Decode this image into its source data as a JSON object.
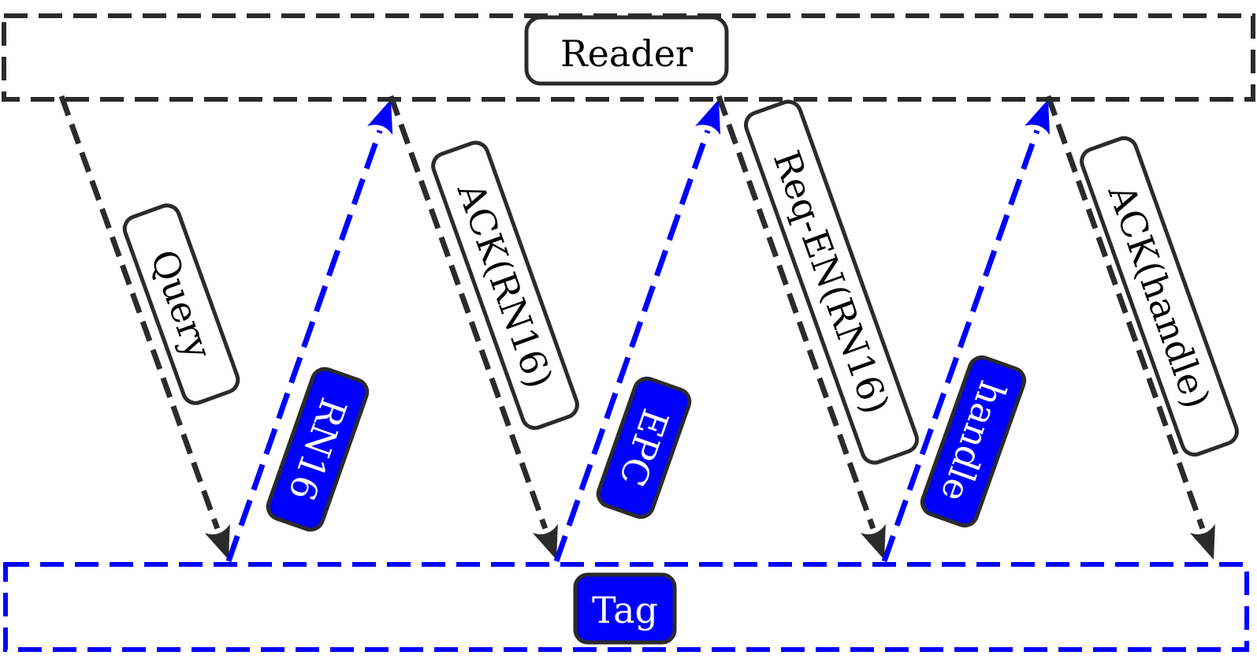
{
  "diagram": {
    "reader": {
      "label": "Reader"
    },
    "tag": {
      "label": "Tag"
    },
    "messages": [
      {
        "label": "Query",
        "direction": "reader-to-tag"
      },
      {
        "label": "RN16",
        "direction": "tag-to-reader"
      },
      {
        "label": "ACK(RN16)",
        "direction": "reader-to-tag"
      },
      {
        "label": "EPC",
        "direction": "tag-to-reader"
      },
      {
        "label": "Req-EN(RN16)",
        "direction": "reader-to-tag"
      },
      {
        "label": "handle",
        "direction": "tag-to-reader"
      },
      {
        "label": "ACK(handle)",
        "direction": "reader-to-tag"
      }
    ]
  },
  "colors": {
    "reader": "#2b2b2b",
    "tag": "#0000ff",
    "tag_label_text": "#ffffff",
    "reader_label_text": "#000000"
  }
}
